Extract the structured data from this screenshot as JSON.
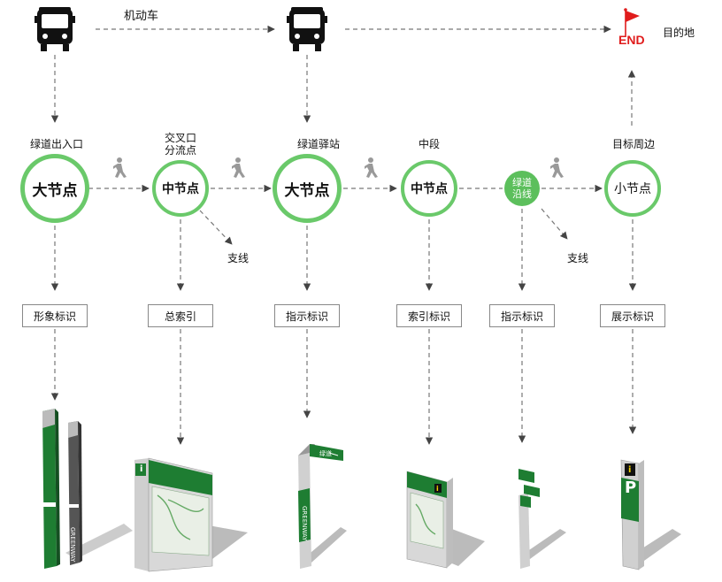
{
  "top_row": {
    "vehicle_label": "机动车",
    "destination_label": "目的地",
    "end_text": "END"
  },
  "nodes": [
    {
      "title": "绿道出入口",
      "label": "大节点",
      "sign": "形象标识"
    },
    {
      "title": "交叉口\n分流点",
      "label": "中节点",
      "sign": "总索引",
      "branch": "支线"
    },
    {
      "title": "绿道驿站",
      "label": "大节点",
      "sign": "指示标识"
    },
    {
      "title": "中段",
      "label": "中节点",
      "sign": "索引标识"
    },
    {
      "title": "",
      "label": "绿道\n沿线",
      "sign": "指示标识",
      "branch": "支线"
    },
    {
      "title": "目标周边",
      "label": "小节点",
      "sign": "展示标识"
    }
  ],
  "signage_text": {
    "greenway_en": "GREENWAY",
    "greenway_cn": "绿道",
    "info_symbol": "i",
    "parking_symbol": "P"
  },
  "colors": {
    "ring": "#6ac96a",
    "fill_node": "#5cbf5c",
    "sign_green": "#1e7d32",
    "end_red": "#e01c1c"
  }
}
